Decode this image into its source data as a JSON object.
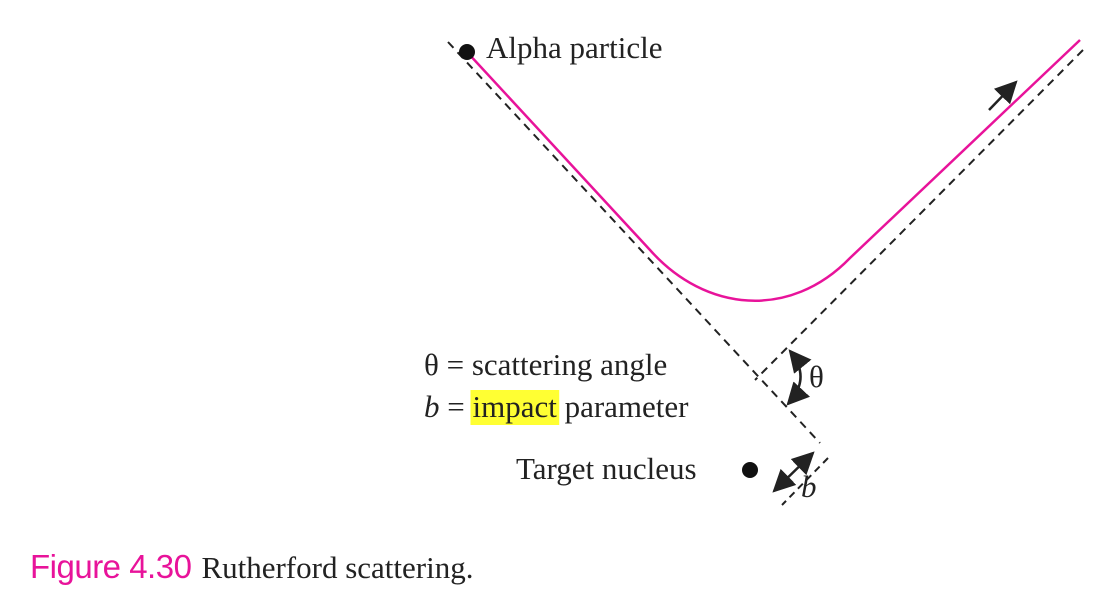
{
  "diagram": {
    "alpha_label": "Alpha particle",
    "nucleus_label": "Target nucleus",
    "theta_symbol": "θ",
    "b_symbol": "b",
    "legend": {
      "theta_line_symbol": "θ",
      "theta_line_text": " = scattering angle",
      "b_line_symbol": "b",
      "b_line_equals": " = ",
      "b_line_highlight": "impact",
      "b_line_rest": " parameter"
    }
  },
  "caption": {
    "label": "Figure 4.30",
    "text": "Rutherford scattering."
  },
  "colors": {
    "trajectory": "#e8139a",
    "highlight": "#ffff33",
    "ink": "#222222"
  }
}
